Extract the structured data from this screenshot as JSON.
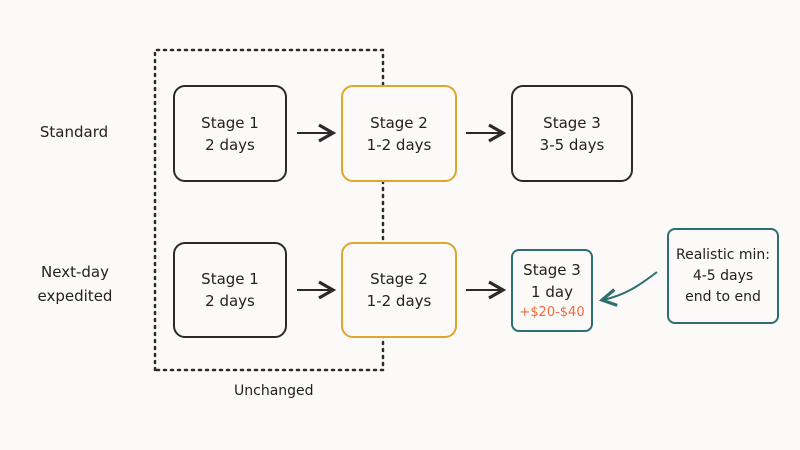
{
  "rows": [
    {
      "label_lines": [
        "Standard"
      ],
      "stages": [
        {
          "title": "Stage 1",
          "duration": "2 days",
          "highlight": false
        },
        {
          "title": "Stage 2",
          "duration": "1-2 days",
          "highlight": true
        },
        {
          "title": "Stage 3",
          "duration": "3-5 days",
          "highlight": false
        }
      ]
    },
    {
      "label_lines": [
        "Next-day",
        "expedited"
      ],
      "stages": [
        {
          "title": "Stage 1",
          "duration": "2 days",
          "highlight": false
        },
        {
          "title": "Stage 2",
          "duration": "1-2 days",
          "highlight": true
        },
        {
          "title": "Stage 3",
          "duration": "1 day",
          "cost": "+$20-$40",
          "highlight": false
        }
      ]
    }
  ],
  "unchanged_label": "Unchanged",
  "callout_lines": [
    "Realistic min:",
    "4-5 days",
    "end to end"
  ],
  "colors": {
    "stroke": "#2a2a2a",
    "highlight": "#e0a52c",
    "teal": "#2f6e6e",
    "cost": "#ef6a3c",
    "background": "#fcf9f9"
  }
}
